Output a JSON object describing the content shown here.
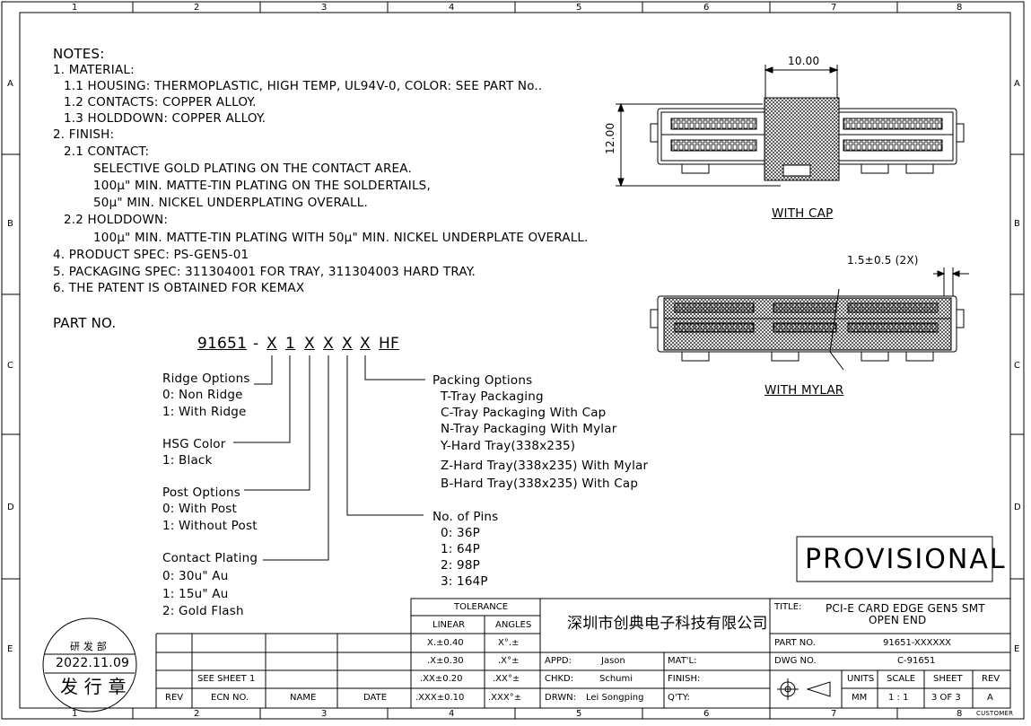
{
  "frame": {
    "col_labels": [
      "1",
      "2",
      "3",
      "4",
      "5",
      "6",
      "7",
      "8"
    ],
    "row_labels": [
      "A",
      "B",
      "C",
      "D",
      "E"
    ]
  },
  "notes": {
    "heading": "NOTES:",
    "lines": [
      "1. MATERIAL:",
      "1.1 HOUSING: THERMOPLASTIC, HIGH TEMP, UL94V-0, COLOR: SEE PART No..",
      "1.2 CONTACTS: COPPER ALLOY.",
      "1.3 HOLDDOWN: COPPER ALLOY.",
      "2. FINISH:",
      "2.1 CONTACT:",
      "SELECTIVE GOLD PLATING ON THE CONTACT AREA.",
      "100μ\" MIN. MATTE-TIN PLATING ON THE SOLDERTAILS,",
      "50μ\" MIN. NICKEL UNDERPLATING OVERALL.",
      "2.2 HOLDDOWN:",
      "100μ\" MIN. MATTE-TIN PLATING WITH 50μ\" MIN. NICKEL UNDERPLATE OVERALL.",
      "4. PRODUCT SPEC: PS-GEN5-01",
      "5. PACKAGING SPEC: 311304001 FOR TRAY, 311304003 HARD TRAY.",
      "6. THE PATENT IS OBTAINED FOR KEMAX"
    ]
  },
  "part_no": {
    "heading": "PART NO.",
    "code": {
      "base": "91651",
      "dash": "-",
      "slots": [
        "X",
        "1",
        "X",
        "X",
        "X",
        "X"
      ],
      "suffix": "HF"
    },
    "ridge": {
      "title": "Ridge Options",
      "items": [
        "0: Non Ridge",
        "1: With Ridge"
      ]
    },
    "hsg": {
      "title": "HSG Color",
      "items": [
        "1: Black"
      ]
    },
    "post": {
      "title": "Post Options",
      "items": [
        "0: With Post",
        "1: Without Post"
      ]
    },
    "plating": {
      "title": "Contact Plating",
      "items": [
        "0: 30u\" Au",
        "1: 15u\" Au",
        "2: Gold Flash"
      ]
    },
    "packing": {
      "title": "Packing Options",
      "items": [
        "T-Tray Packaging",
        "C-Tray Packaging With Cap",
        "N-Tray Packaging With Mylar",
        "Y-Hard Tray(338x235)",
        "Z-Hard Tray(338x235) With Mylar",
        "B-Hard Tray(338x235) With Cap"
      ]
    },
    "pins": {
      "title": "No. of Pins",
      "items": [
        "0: 36P",
        "1: 64P",
        "2: 98P",
        "3: 164P"
      ]
    }
  },
  "views": {
    "cap_caption": "WITH CAP",
    "mylar_caption": "WITH MYLAR",
    "dim_width": "10.00",
    "dim_height": "12.00",
    "dim_offset": "1.5±0.5 (2X)"
  },
  "stamp": {
    "dept": "研 发 部",
    "date": "2022.11.09",
    "seal": "发 行 章"
  },
  "provisional": "PROVISIONAL",
  "tolerance": {
    "title": "TOLERANCE",
    "col_linear": "LINEAR",
    "col_angles": "ANGLES",
    "rows": [
      [
        "X.±0.40",
        "X°.±"
      ],
      [
        ".X±0.30",
        ".X°±"
      ],
      [
        ".XX±0.20",
        ".XX°±"
      ],
      [
        ".XXX±0.10",
        ".XXX°±"
      ]
    ]
  },
  "revision_block": {
    "see_sheet": "SEE SHEET 1",
    "headers": [
      "REV",
      "ECN NO.",
      "NAME",
      "DATE"
    ]
  },
  "company": "深圳市创典电子科技有限公司",
  "approvals": {
    "appd_label": "APPD:",
    "appd": "Jason",
    "chkd_label": "CHKD:",
    "chkd": "Schumi",
    "drwn_label": "DRWN:",
    "drwn": "Lei Songping",
    "matl_label": "MAT'L:",
    "finish_label": "FINISH:",
    "qty_label": "Q'TY:"
  },
  "title_block": {
    "title_label": "TITLE:",
    "title_line1": "PCI-E CARD EDGE GEN5 SMT",
    "title_line2": "OPEN END",
    "part_label": "PART NO.",
    "part_value": "91651-XXXXXX",
    "dwg_label": "DWG NO.",
    "dwg_value": "C-91651",
    "units_label": "UNITS",
    "units_value": "MM",
    "scale_label": "SCALE",
    "scale_value": "1 : 1",
    "sheet_label": "SHEET",
    "sheet_value": "3 OF 3",
    "rev_label": "REV",
    "rev_value": "A",
    "customer": "CUSTOMER"
  }
}
